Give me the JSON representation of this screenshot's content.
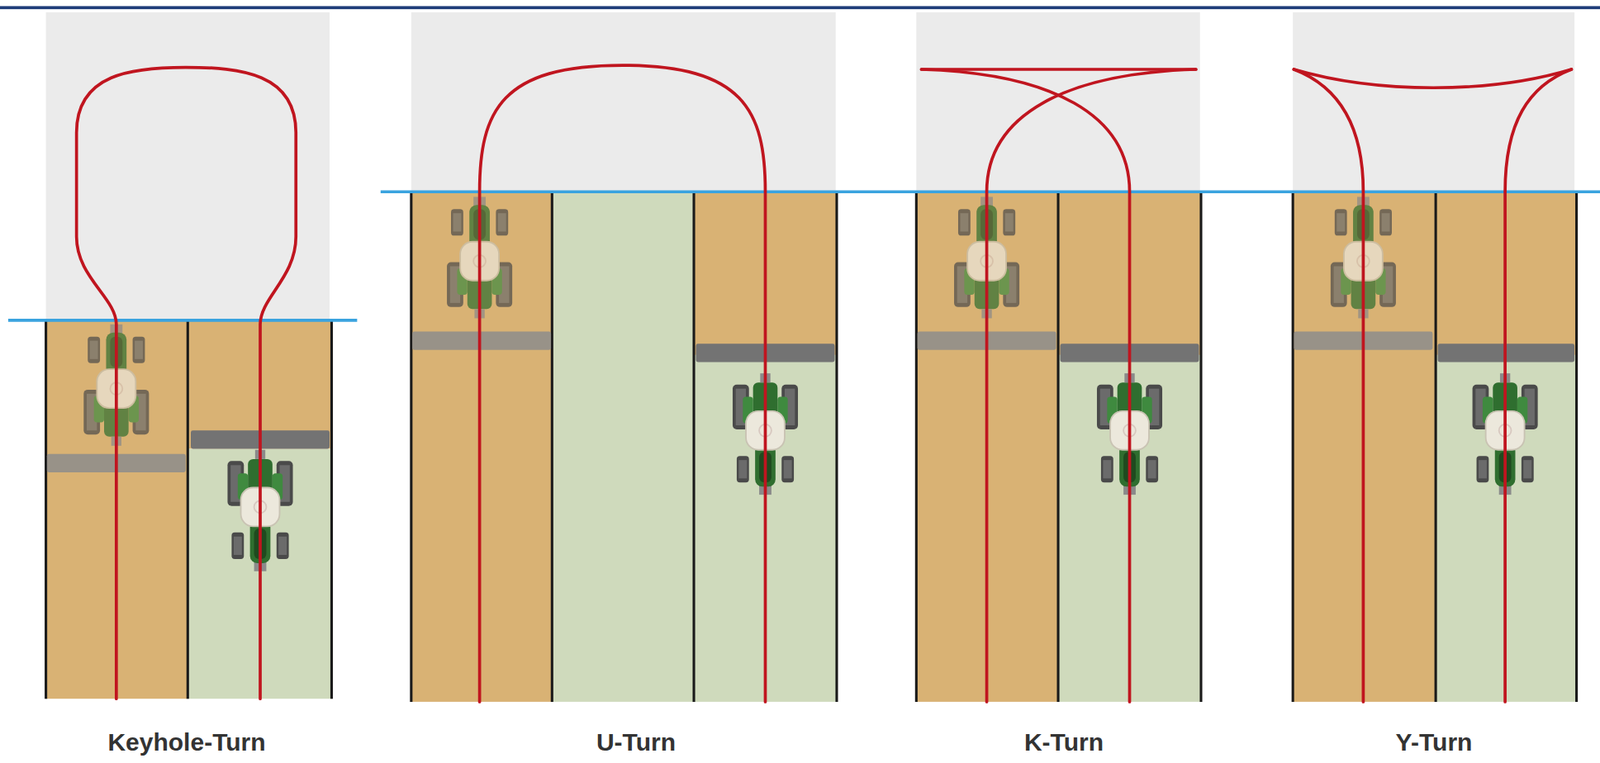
{
  "diagram": {
    "labels": [
      "Keyhole-Turn",
      "U-Turn",
      "K-Turn",
      "Y-Turn"
    ]
  }
}
